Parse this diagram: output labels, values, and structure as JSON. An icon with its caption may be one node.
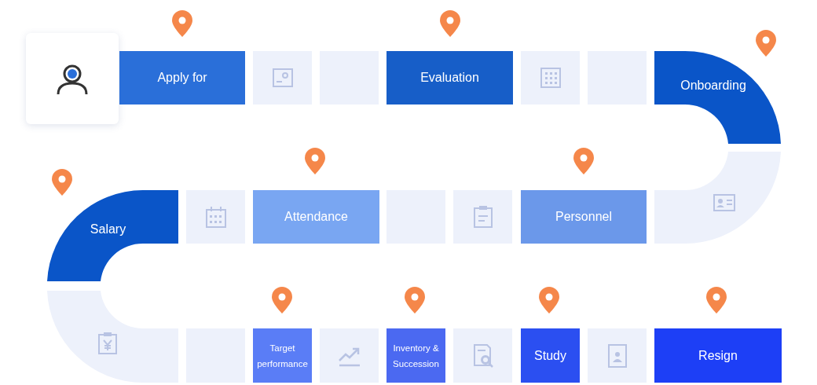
{
  "diagram": {
    "nodes": [
      {
        "text": [],
        "shape": "box"
      },
      {
        "text": [
          "Apply for"
        ]
      },
      {
        "text": [],
        "shape": "box"
      },
      {
        "text": [],
        "shape": "box"
      },
      {
        "text": [
          "Evaluation"
        ]
      },
      {
        "text": [],
        "shape": "box"
      },
      {
        "text": [],
        "shape": "box"
      },
      {
        "text": [
          "Onboarding"
        ]
      },
      {
        "text": [],
        "shape": "box"
      },
      {
        "text": [
          "Personnel"
        ]
      },
      {
        "text": [],
        "shape": "box"
      },
      {
        "text": [],
        "shape": "box"
      },
      {
        "text": [
          "Attendance"
        ]
      },
      {
        "text": [],
        "shape": "box"
      },
      {
        "text": [
          "Salary"
        ]
      },
      {
        "text": [],
        "shape": "box"
      },
      {
        "text": [],
        "shape": "box"
      },
      {
        "text": [
          "Target performance"
        ]
      },
      {
        "text": [],
        "shape": "box"
      },
      {
        "text": [
          "Inventory & Succession"
        ]
      },
      {
        "text": [],
        "shape": "box"
      },
      {
        "text": [
          "Study"
        ]
      },
      {
        "text": [],
        "shape": "box"
      },
      {
        "text": [
          "Resign"
        ]
      }
    ],
    "edges": []
  }
}
